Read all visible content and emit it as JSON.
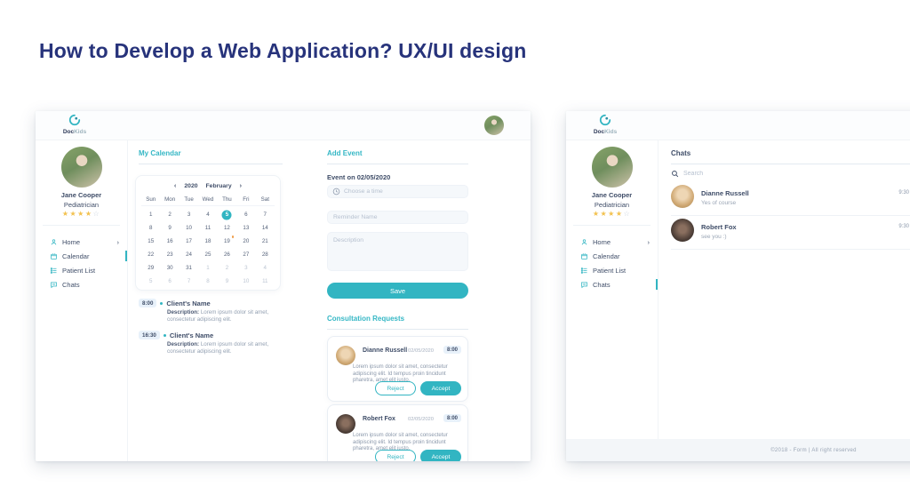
{
  "slide": {
    "title": "How to Develop a Web Application? UX/UI design"
  },
  "colors": {
    "accent_teal": "#32b5c2",
    "title_navy": "#27337b",
    "text_slate": "#3f4d68",
    "text_gray": "#9aa5b5",
    "star_gold": "#f2c14e",
    "event_dot_orange": "#ef9f4d"
  },
  "icons": {
    "logo": "swirl-logo-icon",
    "home": "user-icon",
    "calendar": "calendar-icon",
    "patient_list": "list-icon",
    "chats": "chat-bubble-icon",
    "search": "search-icon",
    "time": "clock-icon"
  },
  "app": {
    "logo_part1": "Doc",
    "logo_part2": "Kids",
    "home_chevron": "›",
    "profile": {
      "name": "Jane Cooper",
      "role": "Pediatrician",
      "stars_filled": "★★★★",
      "stars_empty": "☆"
    },
    "nav": [
      {
        "label": "Home"
      },
      {
        "label": "Calendar"
      },
      {
        "label": "Patient List"
      },
      {
        "label": "Chats"
      }
    ]
  },
  "calendar_screen": {
    "section_title": "My Calendar",
    "calendar": {
      "prev_icon": "‹",
      "next_icon": "›",
      "year": "2020",
      "month": "February",
      "weekdays": [
        "Sun",
        "Mon",
        "Tue",
        "Wed",
        "Thu",
        "Fri",
        "Sat"
      ],
      "weeks": [
        [
          "1",
          "2",
          "3",
          "4",
          "5",
          "6",
          "7"
        ],
        [
          "8",
          "9",
          "10",
          "11",
          "12",
          "13",
          "14"
        ],
        [
          "15",
          "16",
          "17",
          "18",
          "19",
          "20",
          "21"
        ],
        [
          "22",
          "23",
          "24",
          "25",
          "26",
          "27",
          "28"
        ],
        [
          "29",
          "30",
          "31",
          "1",
          "2",
          "3",
          "4"
        ],
        [
          "5",
          "6",
          "7",
          "8",
          "9",
          "10",
          "11"
        ]
      ],
      "selected": [
        0,
        4
      ],
      "event_dot": [
        2,
        4
      ],
      "muted": [
        [
          4,
          3
        ],
        [
          4,
          4
        ],
        [
          4,
          5
        ],
        [
          4,
          6
        ],
        [
          5,
          0
        ],
        [
          5,
          1
        ],
        [
          5,
          2
        ],
        [
          5,
          3
        ],
        [
          5,
          4
        ],
        [
          5,
          5
        ],
        [
          5,
          6
        ]
      ]
    },
    "events": [
      {
        "time": "8:00",
        "name": "Client's Name",
        "description_label": "Description:",
        "description": " Lorem ipsum dolor sit amet, consectetur adipiscing elit."
      },
      {
        "time": "16:30",
        "name": "Client's Name",
        "description_label": "Description:",
        "description": " Lorem ipsum dolor sit amet, consectetur adipiscing elit."
      }
    ],
    "add_event": {
      "title": "Add Event",
      "subtitle": "Event on 02/05/2020",
      "time_placeholder": "Choose a time",
      "name_placeholder": "Reminder Name",
      "description_placeholder": "Description",
      "save_label": "Save"
    },
    "requests": {
      "title": "Consultation Requests",
      "cards": [
        {
          "name": "Dianne Russell",
          "date": "02/05/2020",
          "time": "8:00",
          "text": "Lorem ipsum dolor sit amet, consectetur adipiscing elit. Id tempus proin tincidunt pharetra, amet elit justo.",
          "reject_label": "Reject",
          "accept_label": "Accept"
        },
        {
          "name": "Robert Fox",
          "date": "02/05/2020",
          "time": "8:00",
          "text": "Lorem ipsum dolor sit amet, consectetur adipiscing elit. Id tempus proin tincidunt pharetra, amet elit justo.",
          "reject_label": "Reject",
          "accept_label": "Accept"
        }
      ]
    }
  },
  "chats_screen": {
    "title": "Chats",
    "search_placeholder": "Search",
    "items": [
      {
        "name": "Dianne Russell",
        "message": "Yes of course",
        "time": "9:30"
      },
      {
        "name": "Robert Fox",
        "message": "see you :)",
        "time": "9:30"
      }
    ],
    "footer_text": "©2018 - Form  |  All right reserved"
  }
}
